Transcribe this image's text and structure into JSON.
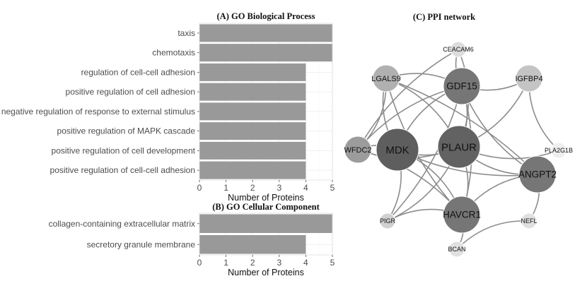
{
  "chart_data": [
    {
      "panel": "A",
      "type": "bar",
      "orientation": "horizontal",
      "title": "(A) GO Biological Process",
      "xlabel": "Number of Proteins",
      "ylabel": "",
      "xlim": [
        0,
        5
      ],
      "xticks": [
        0,
        1,
        2,
        3,
        4,
        5
      ],
      "grid": true,
      "bar_color": "#999999",
      "categories": [
        "taxis",
        "chemotaxis",
        "regulation of cell-cell adhesion",
        "positive regulation of cell adhesion",
        "negative regulation of response to external stimulus",
        "positive regulation of MAPK cascade",
        "positive regulation of cell development",
        "positive regulation of cell-cell adhesion"
      ],
      "values": [
        5,
        5,
        4,
        4,
        4,
        4,
        4,
        4
      ]
    },
    {
      "panel": "B",
      "type": "bar",
      "orientation": "horizontal",
      "title": "(B) GO Cellular Component",
      "xlabel": "Number of Proteins",
      "ylabel": "",
      "xlim": [
        0,
        5
      ],
      "xticks": [
        0,
        1,
        2,
        3,
        4,
        5
      ],
      "grid": true,
      "bar_color": "#999999",
      "categories": [
        "collagen-containing extracellular matrix",
        "secretory granule membrane"
      ],
      "values": [
        5,
        4
      ]
    },
    {
      "panel": "C",
      "type": "network",
      "title": "(C) PPI network",
      "nodes": [
        {
          "id": "CEACAM6",
          "size": 1,
          "color": "#dcdcdc"
        },
        {
          "id": "LGALS9",
          "size": 2,
          "color": "#b0b0b0"
        },
        {
          "id": "GDF15",
          "size": 3,
          "color": "#767676"
        },
        {
          "id": "IGFBP4",
          "size": 2,
          "color": "#c4c4c4"
        },
        {
          "id": "WFDC2",
          "size": 2,
          "color": "#9c9c9c"
        },
        {
          "id": "MDK",
          "size": 4,
          "color": "#5e5e5e"
        },
        {
          "id": "PLAUR",
          "size": 4,
          "color": "#626262"
        },
        {
          "id": "PLA2G1B",
          "size": 1,
          "color": "#eeeeee"
        },
        {
          "id": "ANGPT2",
          "size": 3,
          "color": "#767676"
        },
        {
          "id": "PIGR",
          "size": 1,
          "color": "#d0d0d0"
        },
        {
          "id": "HAVCR1",
          "size": 3,
          "color": "#767676"
        },
        {
          "id": "NEFL",
          "size": 1,
          "color": "#e0e0e0"
        },
        {
          "id": "BCAN",
          "size": 1,
          "color": "#e0e0e0"
        }
      ],
      "edges": [
        [
          "CEACAM6",
          "GDF15"
        ],
        [
          "CEACAM6",
          "PLAUR"
        ],
        [
          "CEACAM6",
          "WFDC2"
        ],
        [
          "LGALS9",
          "GDF15"
        ],
        [
          "LGALS9",
          "MDK"
        ],
        [
          "LGALS9",
          "PLAUR"
        ],
        [
          "LGALS9",
          "HAVCR1"
        ],
        [
          "LGALS9",
          "WFDC2"
        ],
        [
          "GDF15",
          "MDK"
        ],
        [
          "GDF15",
          "PLAUR"
        ],
        [
          "GDF15",
          "ANGPT2"
        ],
        [
          "GDF15",
          "HAVCR1"
        ],
        [
          "GDF15",
          "WFDC2"
        ],
        [
          "GDF15",
          "PIGR"
        ],
        [
          "GDF15",
          "IGFBP4"
        ],
        [
          "IGFBP4",
          "PLAUR"
        ],
        [
          "IGFBP4",
          "PLA2G1B"
        ],
        [
          "WFDC2",
          "MDK"
        ],
        [
          "WFDC2",
          "PLAUR"
        ],
        [
          "WFDC2",
          "HAVCR1"
        ],
        [
          "MDK",
          "PLAUR"
        ],
        [
          "MDK",
          "HAVCR1"
        ],
        [
          "MDK",
          "ANGPT2"
        ],
        [
          "MDK",
          "PIGR"
        ],
        [
          "PLAUR",
          "ANGPT2"
        ],
        [
          "PLAUR",
          "HAVCR1"
        ],
        [
          "PLAUR",
          "PLA2G1B"
        ],
        [
          "PLAUR",
          "PIGR"
        ],
        [
          "ANGPT2",
          "HAVCR1"
        ],
        [
          "ANGPT2",
          "NEFL"
        ],
        [
          "ANGPT2",
          "LGALS9"
        ],
        [
          "HAVCR1",
          "BCAN"
        ],
        [
          "HAVCR1",
          "PIGR"
        ],
        [
          "BCAN",
          "NEFL"
        ]
      ]
    }
  ]
}
